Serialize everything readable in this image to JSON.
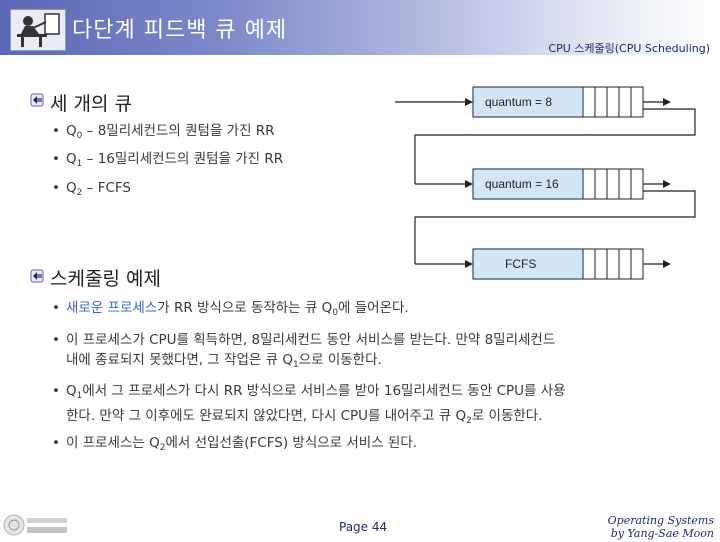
{
  "header": {
    "title": "다단계 피드백 큐 예제",
    "subtitle": "CPU 스케줄링(CPU Scheduling)"
  },
  "section1": {
    "heading": "세 개의 큐",
    "items": [
      {
        "prefix": "Q",
        "sub": "0",
        "text": " – 8밀리세컨드의 퀀텀을 가진 RR"
      },
      {
        "prefix": "Q",
        "sub": "1",
        "text": " – 16밀리세컨드의 퀀텀을 가진 RR"
      },
      {
        "prefix": "Q",
        "sub": "2",
        "text": " – FCFS"
      }
    ]
  },
  "section2": {
    "heading": "스케줄링 예제",
    "items": [
      {
        "hl": "새로운 프로세스",
        "t1": "가 RR 방식으로 동작하는 큐 Q",
        "s1": "0",
        "t2": "에 들어온다."
      },
      {
        "l1": "이 프로세스가 CPU를 획득하면, 8밀리세컨드 동안 서비스를 받는다. 만약 8밀리세컨드",
        "l2a": "내에 종료되지 못했다면, 그 작업은 큐 Q",
        "s": "1",
        "l2b": "으로 이동한다."
      },
      {
        "l1a": "Q",
        "s1": "1",
        "l1b": "에서 그 프로세스가 다시 RR 방식으로 서비스를 받아 16밀리세컨드 동안 CPU를 사용",
        "l2a": "한다. 만약 그 이후에도 완료되지 않았다면, 다시 CPU를 내어주고 큐 Q",
        "s2": "2",
        "l2b": "로 이동한다."
      },
      {
        "t1": "이 프로세스는 Q",
        "s": "2",
        "t2": "에서 선입선출(FCFS) 방식으로 서비스 된다."
      }
    ]
  },
  "diagram": {
    "queues": [
      "quantum = 8",
      "quantum = 16",
      "FCFS"
    ]
  },
  "footer": {
    "page": "Page 44",
    "credit_line1": "Operating Systems",
    "credit_line2": "by Yang-Sae Moon"
  },
  "colors": {
    "accent": "#5a68b6",
    "queue_box": "#d4e6f5",
    "highlight_text": "#3a66b8"
  }
}
